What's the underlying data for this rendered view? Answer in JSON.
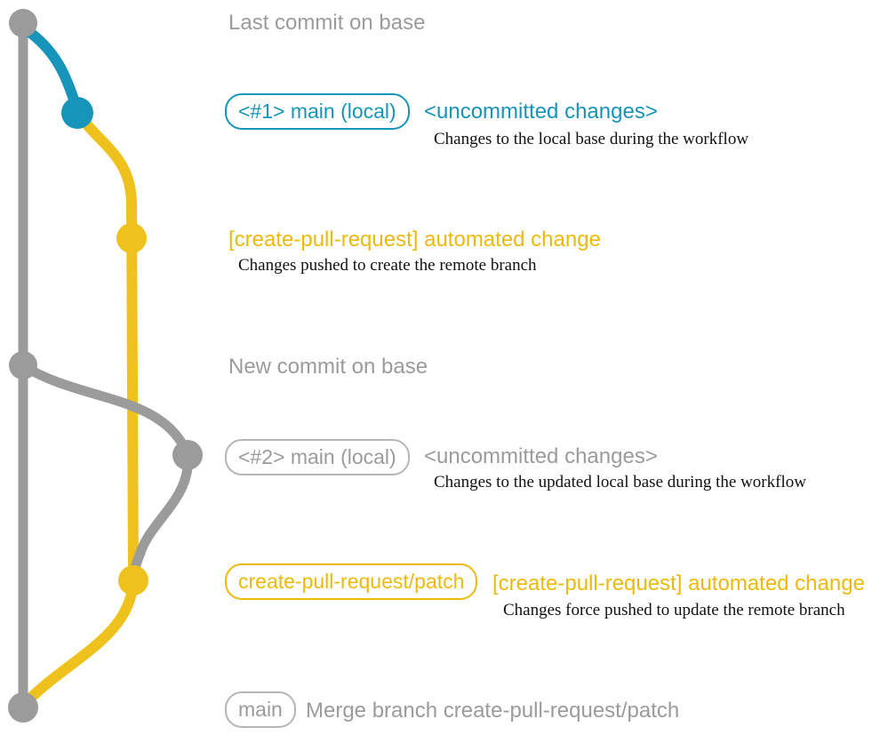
{
  "diagram": {
    "colors": {
      "base_gray": "#9b9b9b",
      "local_blue": "#1794ba",
      "branch_yellow": "#eec11d",
      "yellow_text": "#eeb90d",
      "description_black": "#111111"
    },
    "annotations": {
      "last_commit": "Last commit on base",
      "new_commit": "New commit on base",
      "merge_commit": "Merge branch create-pull-request/patch"
    },
    "labels": {
      "main_local_1": "<#1> main (local)",
      "main_local_2": "<#2> main (local)",
      "branch_patch": "create-pull-request/patch",
      "main": "main"
    },
    "headings": {
      "uncommitted_1": "<uncommitted changes>",
      "uncommitted_2": "<uncommitted changes>",
      "automated_1": "[create-pull-request] automated change",
      "automated_2": "[create-pull-request] automated change"
    },
    "descriptions": {
      "local_base": "Changes to the local base during the workflow",
      "pushed_create": "Changes pushed to create the remote branch",
      "updated_local_base": "Changes to the updated local base during the workflow",
      "force_pushed": "Changes force pushed to update the remote branch"
    }
  }
}
